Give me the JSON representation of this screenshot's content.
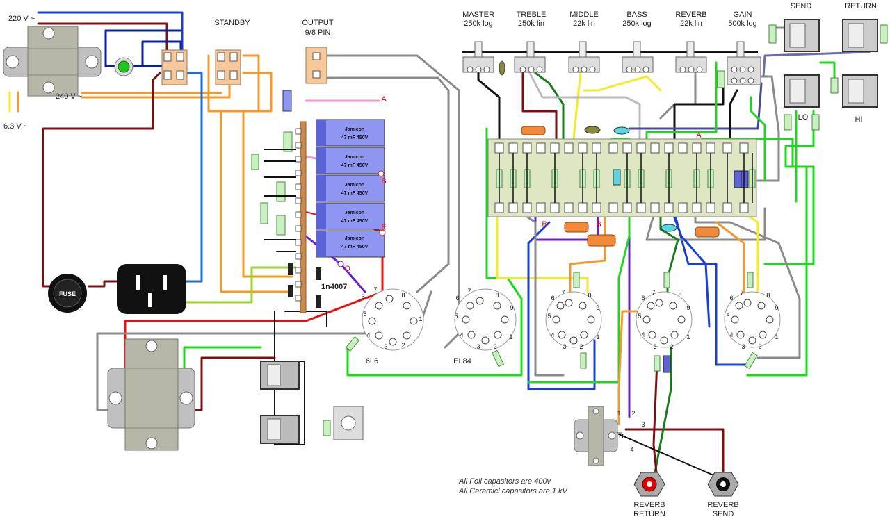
{
  "mains": {
    "v220": "220 V ~",
    "v240": "240 V ~",
    "heater": "6.3 V ~"
  },
  "switches": {
    "standby": "STANDBY",
    "output": "OUTPUT",
    "output_pin": "9/8 PIN"
  },
  "fuse": "FUSE",
  "diode": "1n4007",
  "caps": [
    {
      "brand": "Jamicon",
      "value": "47 mF  450V"
    },
    {
      "brand": "Jamicon",
      "value": "47 mF  450V"
    },
    {
      "brand": "Jamicon",
      "value": "47 mF  450V"
    },
    {
      "brand": "Jamicon",
      "value": "47 mF  450V"
    },
    {
      "brand": "Jamicon",
      "value": "47 mF  450V"
    }
  ],
  "points": {
    "A": "A",
    "B": "B",
    "E": "E",
    "D": "D"
  },
  "pots": [
    {
      "name": "MASTER",
      "value": "250k log"
    },
    {
      "name": "TREBLE",
      "value": "250k lin"
    },
    {
      "name": "MIDDLE",
      "value": "22k lin"
    },
    {
      "name": "BASS",
      "value": "250k log"
    },
    {
      "name": "REVERB",
      "value": "22k lin"
    },
    {
      "name": "GAIN",
      "value": "500k log"
    }
  ],
  "jacks": {
    "send": "SEND",
    "return": "RETURN",
    "lo": "LO",
    "hi": "HI"
  },
  "tubes": {
    "t1": "6L6",
    "t2": "EL84"
  },
  "reverb": {
    "tr": "Tr",
    "pins": [
      "1",
      "2",
      "3",
      "4"
    ],
    "return_l1": "REVERB",
    "return_l2": "RETURN",
    "send_l1": "REVERB",
    "send_l2": "SEND"
  },
  "notes": {
    "foil": "All Foil capasitors are 400v",
    "ceramic": "All Ceramicl capasitors are 1 kV"
  },
  "colors": {
    "blue": "#1a3fd6",
    "darkred": "#7a1010",
    "orange": "#f39a2b",
    "green": "#1ed81e",
    "gray": "#8a8a8a",
    "yellow": "#f3ea2b",
    "purple": "#6a1fd6",
    "black": "#111111",
    "pink": "#f59ac8",
    "red": "#e81010",
    "darkgreen": "#1c7a1c",
    "lime": "#9ad428",
    "board": "#dfe6c3",
    "cap": "#8f96f2"
  }
}
